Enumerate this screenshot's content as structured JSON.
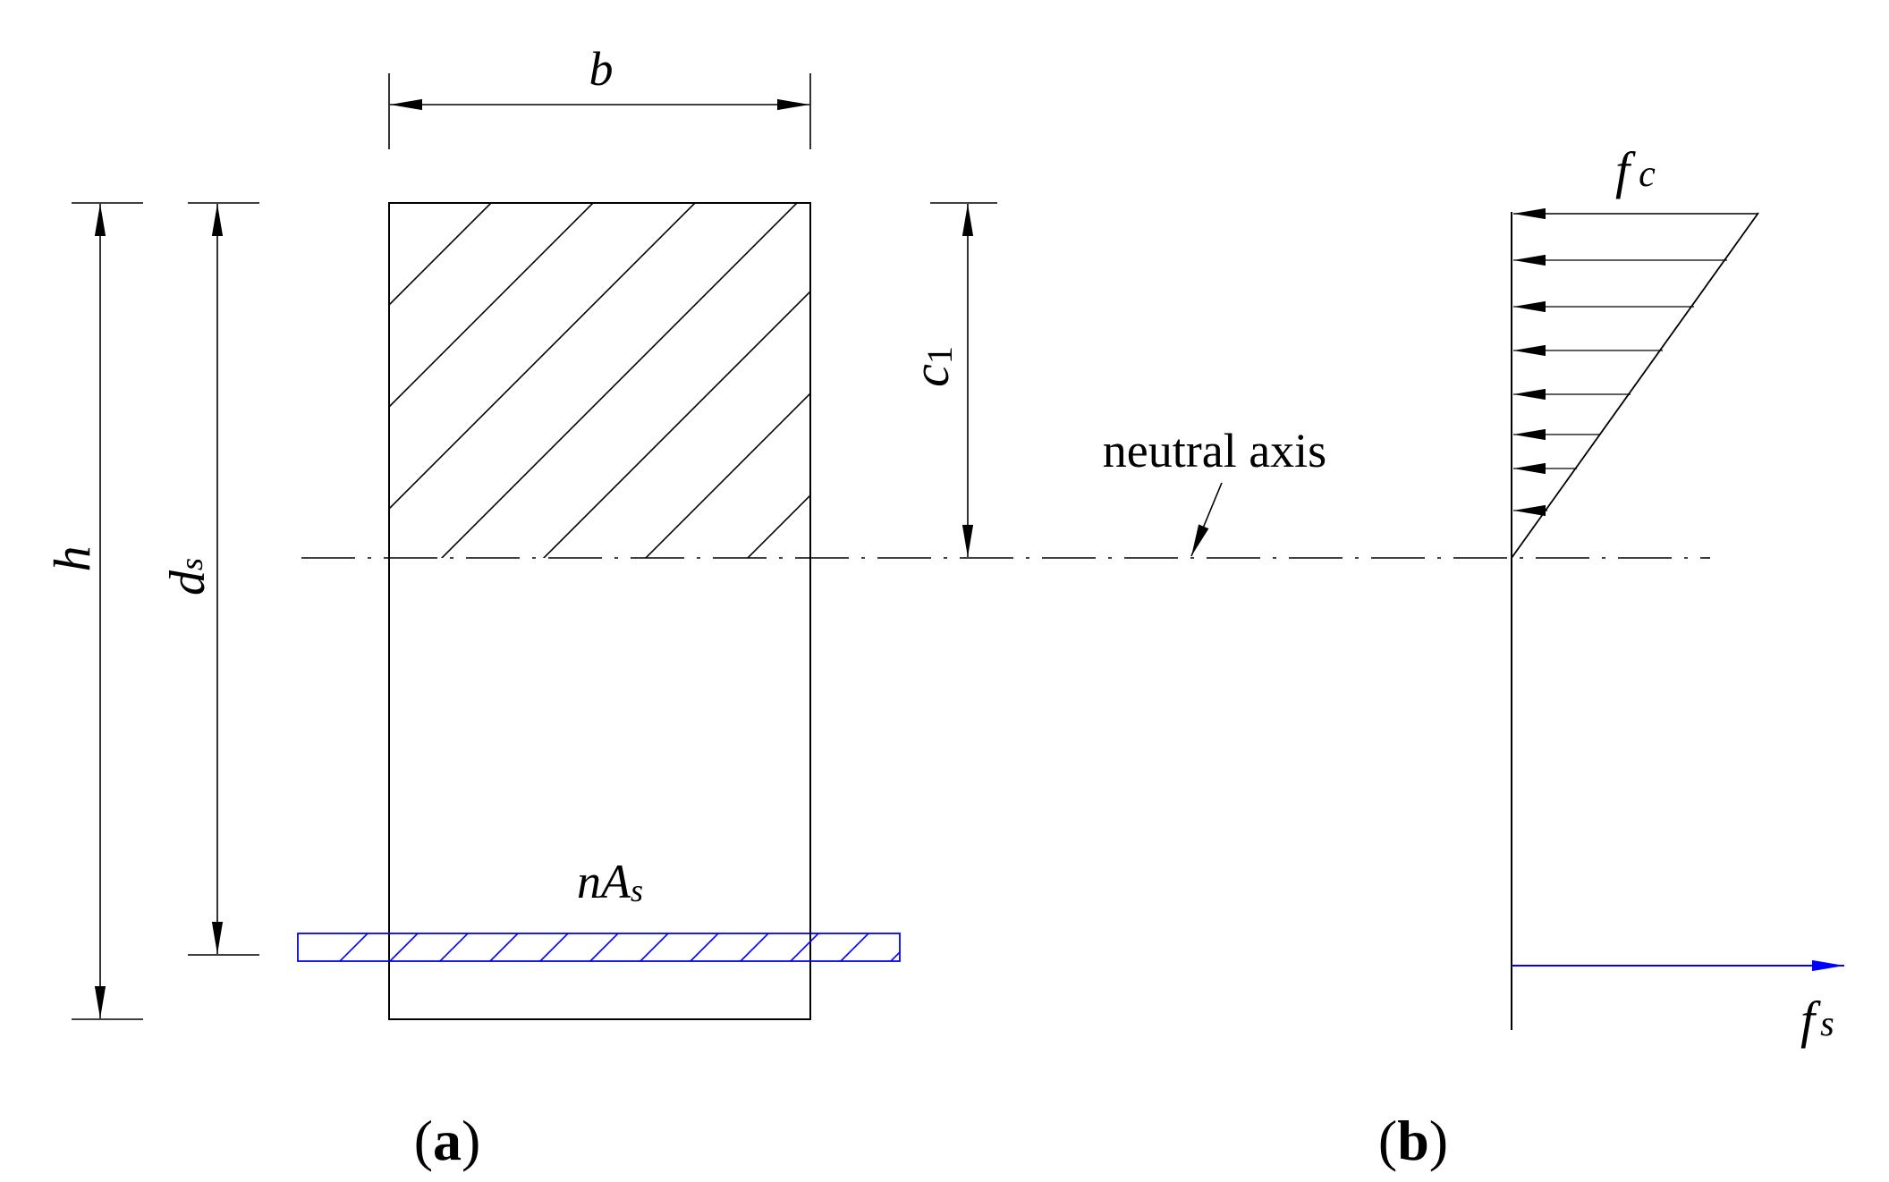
{
  "labels": {
    "b": "b",
    "h": "h",
    "d": "d",
    "d_sub": "s",
    "c": "c",
    "c_sub": "1",
    "neutral_axis": "neutral axis",
    "nA": "nA",
    "nA_sub": "s",
    "f_c": "f",
    "f_c_sub": "c",
    "f_s": "f",
    "f_s_sub": "s"
  },
  "captions": {
    "a_open": "(",
    "a_letter": "a",
    "a_close": ")",
    "b_open": "(",
    "b_letter": "b",
    "b_close": ")"
  },
  "colors": {
    "line": "#000000",
    "steel": "#0000ff"
  }
}
